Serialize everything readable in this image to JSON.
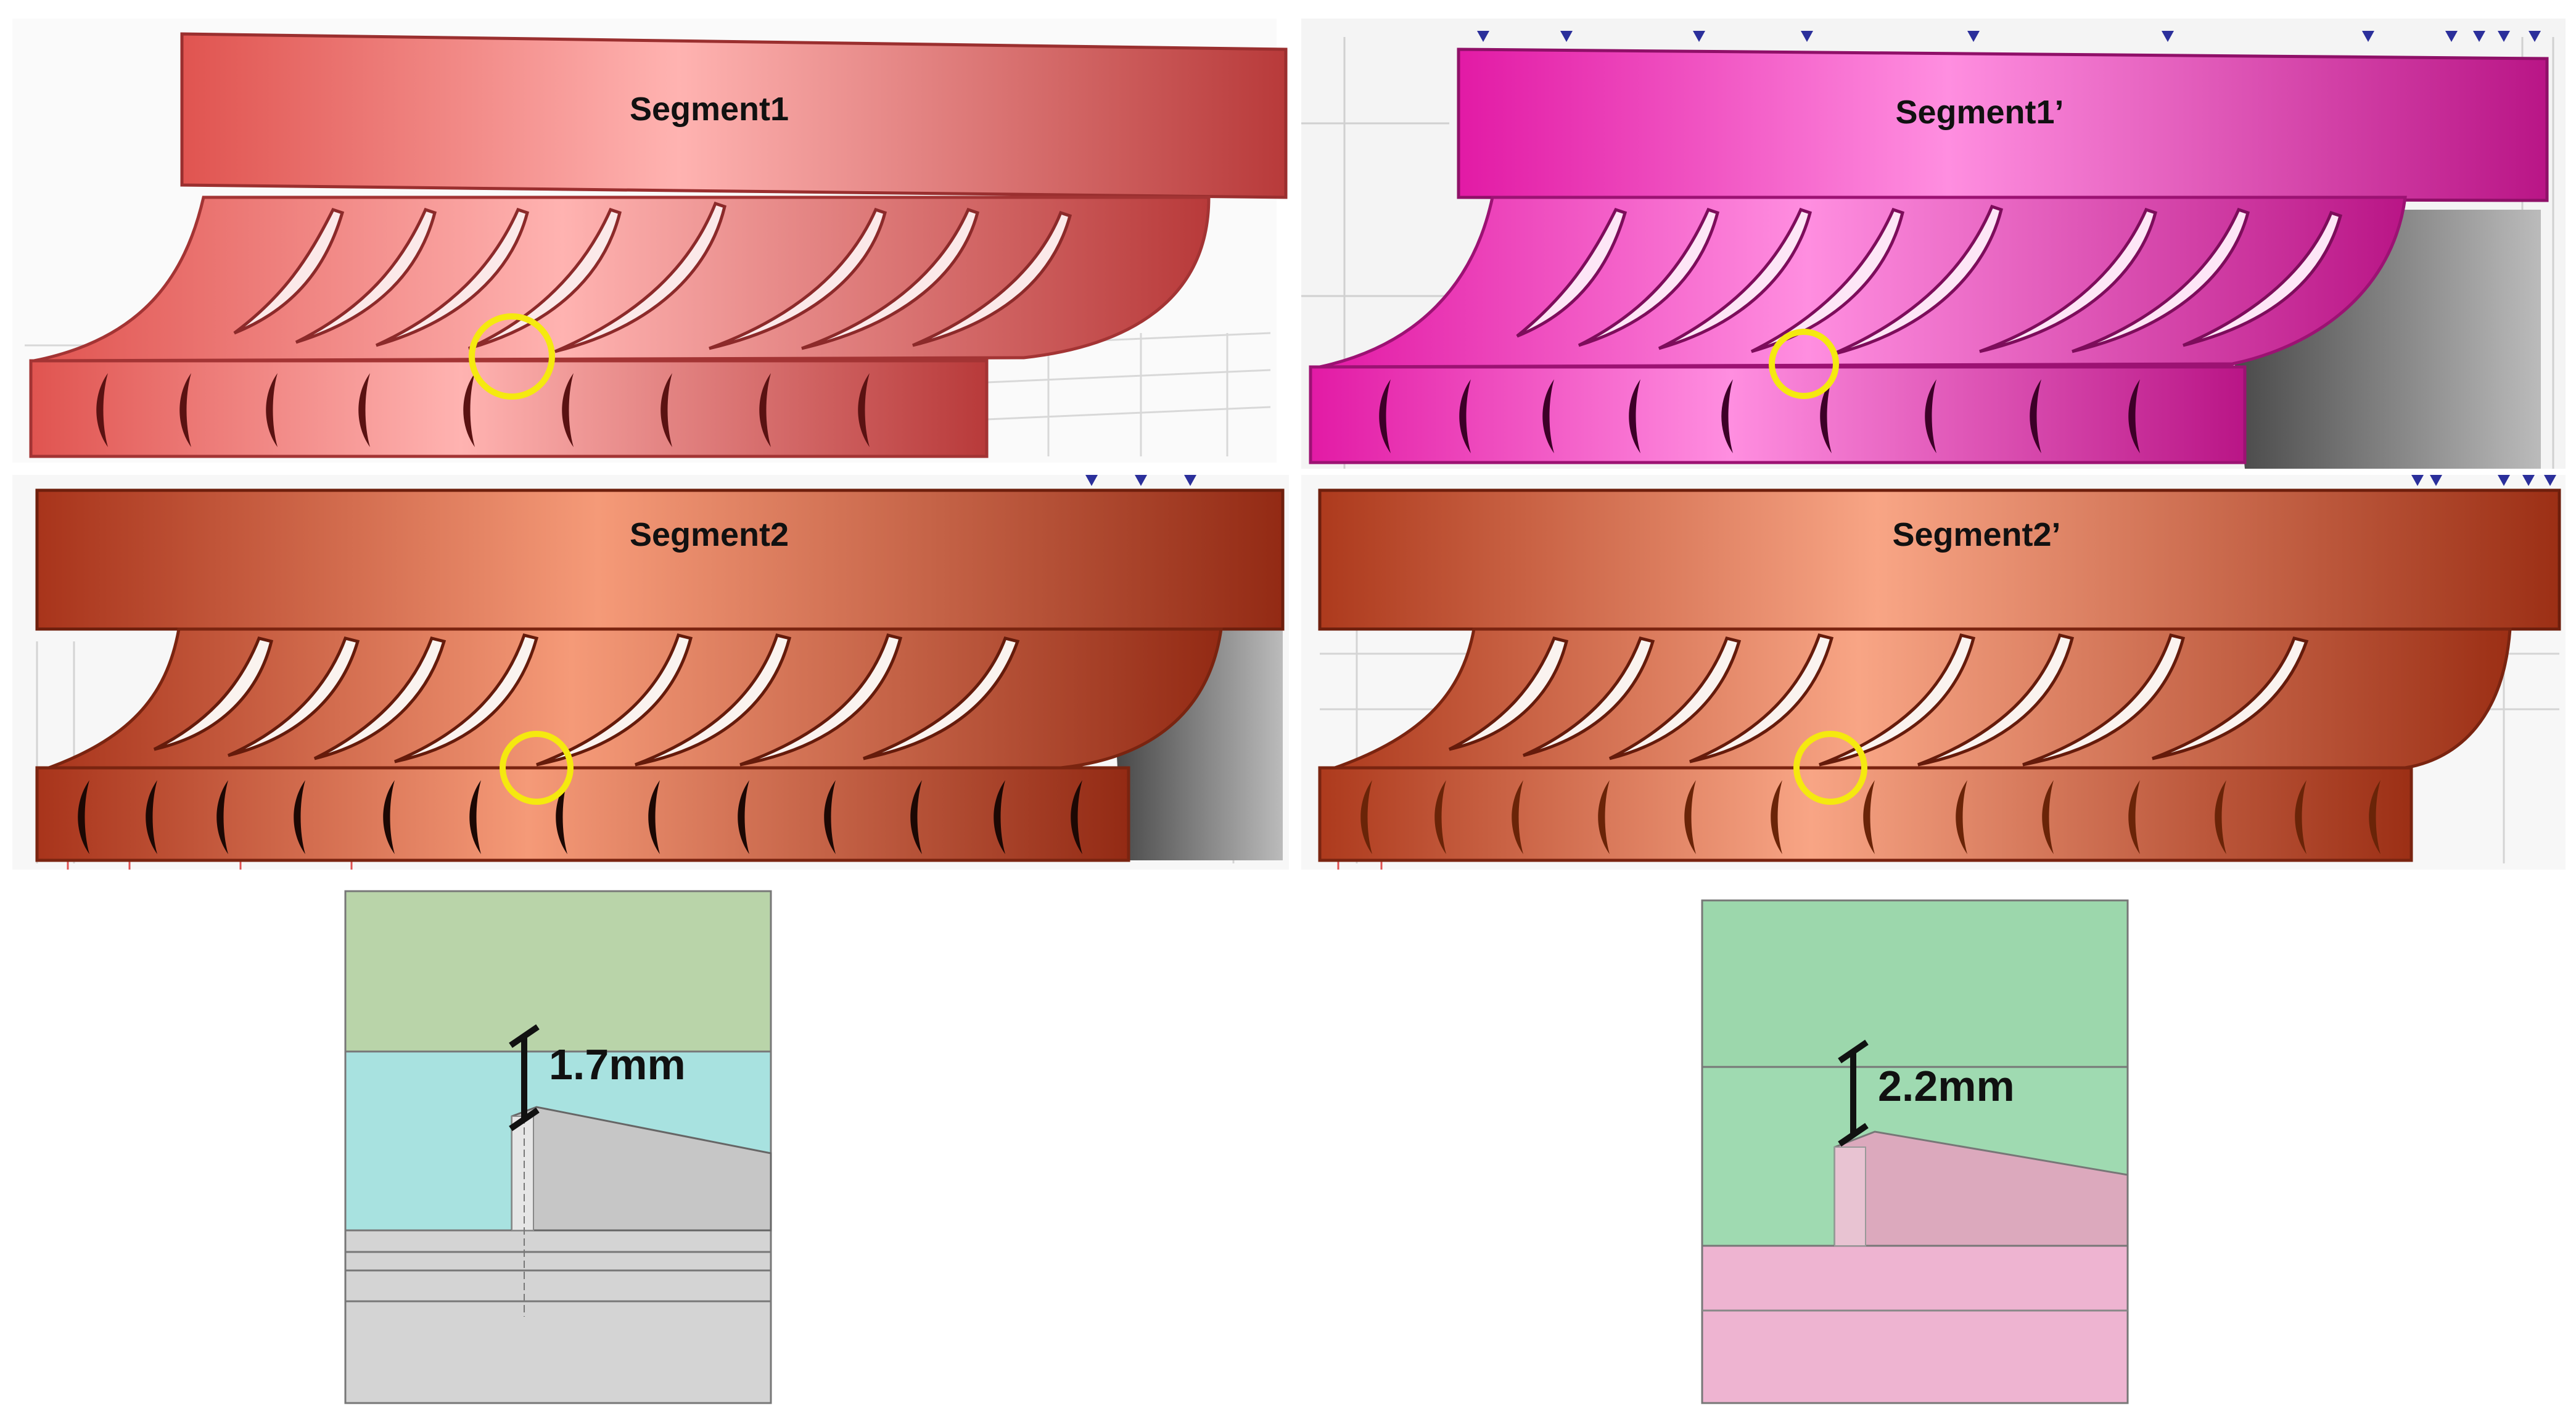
{
  "panels": [
    {
      "label": "Segment1",
      "color": "#e85a55"
    },
    {
      "label": "Segment1’",
      "color": "#f23ab4"
    },
    {
      "label": "Segment2",
      "color": "#c94a28"
    },
    {
      "label": "Segment2’",
      "color": "#d65a35"
    }
  ],
  "details": [
    {
      "value": "1.7mm",
      "colors": [
        "#b9d4a9",
        "#a8e2e0",
        "#d4d4d4"
      ]
    },
    {
      "value": "2.2mm",
      "colors": [
        "#9cd7ac",
        "#9fdab1",
        "#eeb4d1"
      ]
    }
  ],
  "highlight_color": "#f5e90f"
}
